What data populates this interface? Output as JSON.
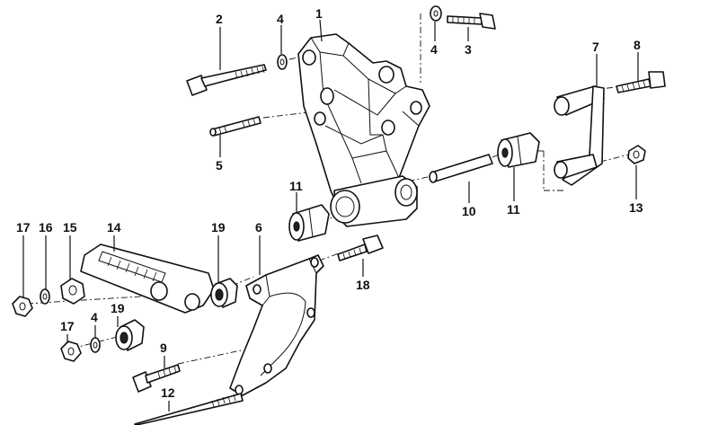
{
  "callouts": [
    {
      "id": "c1",
      "text": "1"
    },
    {
      "id": "c2",
      "text": "2"
    },
    {
      "id": "c4a",
      "text": "4"
    },
    {
      "id": "c4b",
      "text": "4"
    },
    {
      "id": "c3",
      "text": "3"
    },
    {
      "id": "c7",
      "text": "7"
    },
    {
      "id": "c8",
      "text": "8"
    },
    {
      "id": "c5",
      "text": "5"
    },
    {
      "id": "c11a",
      "text": "11"
    },
    {
      "id": "c10",
      "text": "10"
    },
    {
      "id": "c11b",
      "text": "11"
    },
    {
      "id": "c13",
      "text": "13"
    },
    {
      "id": "c17a",
      "text": "17"
    },
    {
      "id": "c16",
      "text": "16"
    },
    {
      "id": "c15",
      "text": "15"
    },
    {
      "id": "c14",
      "text": "14"
    },
    {
      "id": "c19a",
      "text": "19"
    },
    {
      "id": "c6",
      "text": "6"
    },
    {
      "id": "c18",
      "text": "18"
    },
    {
      "id": "c17b",
      "text": "17"
    },
    {
      "id": "c4c",
      "text": "4"
    },
    {
      "id": "c19b",
      "text": "19"
    },
    {
      "id": "c9",
      "text": "9"
    },
    {
      "id": "c12",
      "text": "12"
    }
  ]
}
